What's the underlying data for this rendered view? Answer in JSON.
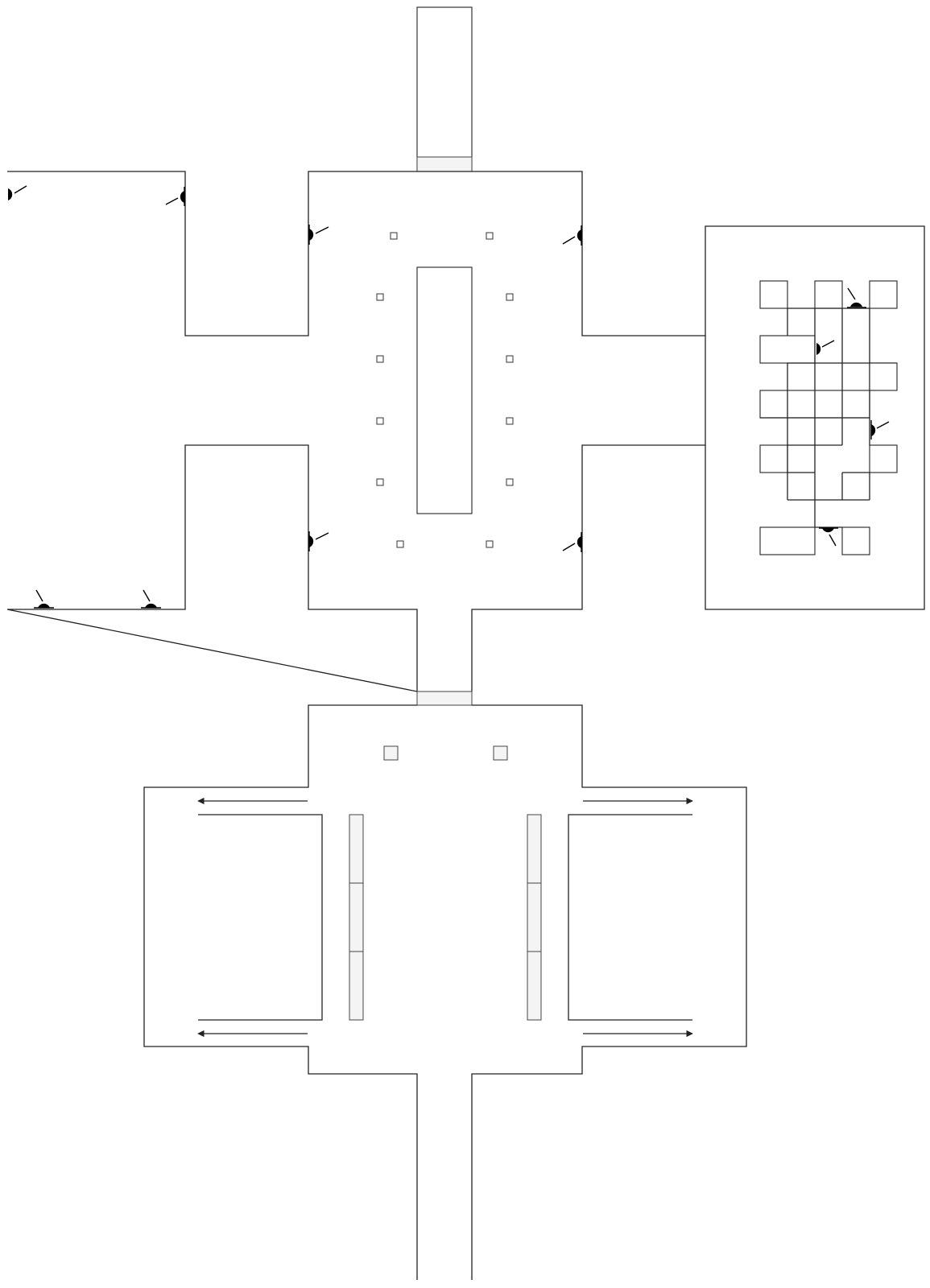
{
  "title": "",
  "icons": {
    "camera": "security-camera-icon",
    "pillar": "pillar-icon",
    "arrow": "direction-arrow-icon"
  },
  "colors": {
    "wall": "#222222",
    "camera": "#000000",
    "door_fill": "#f4f4f4",
    "background": "#ffffff"
  },
  "cameras": [
    {
      "room": "west-hall",
      "corner": "top-left",
      "facing": "east"
    },
    {
      "room": "west-hall",
      "corner": "top-right",
      "facing": "west"
    },
    {
      "room": "west-hall",
      "corner": "bottom-left",
      "facing": "north"
    },
    {
      "room": "west-hall",
      "corner": "bottom-right",
      "facing": "north"
    },
    {
      "room": "central-hall",
      "corner": "top-left",
      "facing": "east"
    },
    {
      "room": "central-hall",
      "corner": "top-right",
      "facing": "west"
    },
    {
      "room": "central-hall",
      "corner": "bottom-left",
      "facing": "east"
    },
    {
      "room": "central-hall",
      "corner": "bottom-right",
      "facing": "west"
    },
    {
      "room": "east-maze",
      "position": "top",
      "facing": "north"
    },
    {
      "room": "east-maze",
      "position": "upper-middle",
      "facing": "east"
    },
    {
      "room": "east-maze",
      "position": "right",
      "facing": "east"
    },
    {
      "room": "east-maze",
      "position": "bottom",
      "facing": "south"
    }
  ],
  "arrows": [
    {
      "side": "upper-left",
      "direction": "left"
    },
    {
      "side": "upper-right",
      "direction": "right"
    },
    {
      "side": "lower-left",
      "direction": "left"
    },
    {
      "side": "lower-right",
      "direction": "right"
    }
  ]
}
